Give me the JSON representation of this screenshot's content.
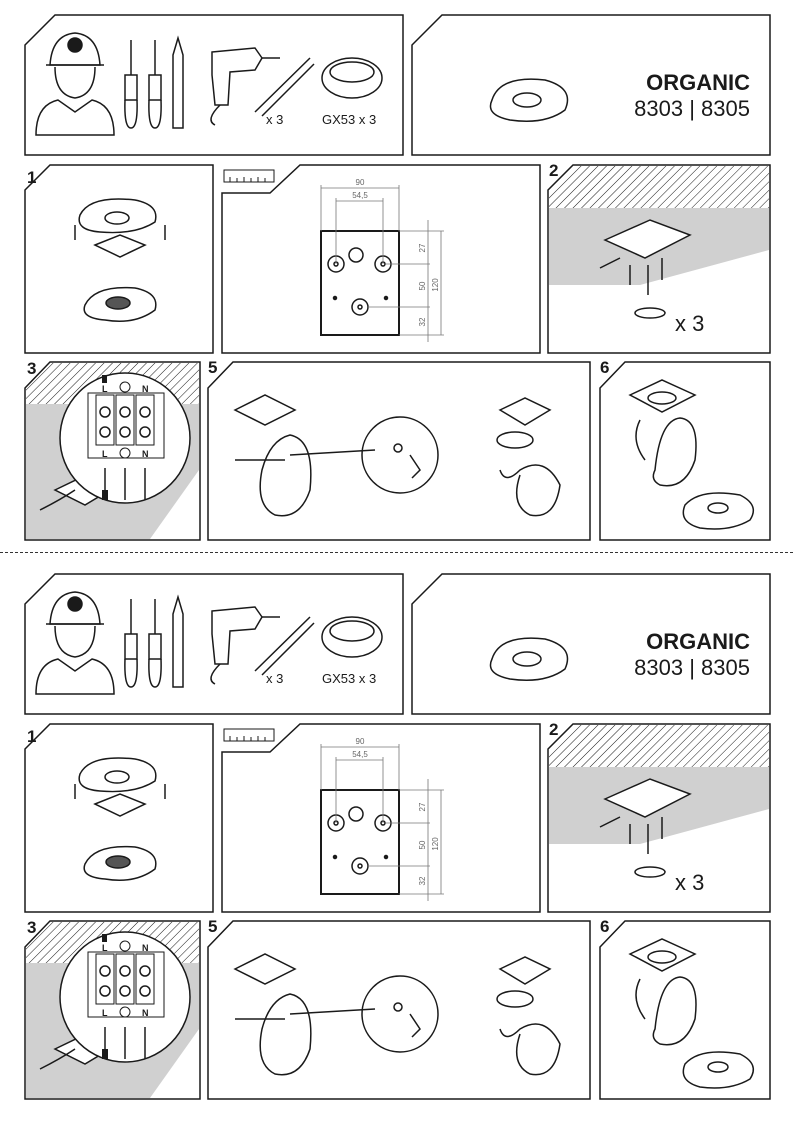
{
  "sheets": [
    {
      "tools": {
        "dowel_qty": "x 3",
        "bulb_qty": "GX53 x 3"
      },
      "product": {
        "name": "ORGANIC",
        "codes": "8303 | 8305"
      },
      "steps": {
        "s1": "1",
        "s2": "2",
        "s3": "3",
        "s5": "5",
        "s6": "6"
      },
      "step2_qty": "x 3",
      "dimensions": {
        "width": "90",
        "hole_spacing": "54,5",
        "top": "27",
        "middle": "50",
        "height": "120",
        "bottom": "32"
      },
      "terminals": {
        "live": "L",
        "neutral": "N"
      }
    },
    {
      "tools": {
        "dowel_qty": "x 3",
        "bulb_qty": "GX53 x 3"
      },
      "product": {
        "name": "ORGANIC",
        "codes": "8303 | 8305"
      },
      "steps": {
        "s1": "1",
        "s2": "2",
        "s3": "3",
        "s5": "5",
        "s6": "6"
      },
      "step2_qty": "x 3",
      "dimensions": {
        "width": "90",
        "hole_spacing": "54,5",
        "top": "27",
        "middle": "50",
        "height": "120",
        "bottom": "32"
      },
      "terminals": {
        "live": "L",
        "neutral": "N"
      }
    }
  ]
}
